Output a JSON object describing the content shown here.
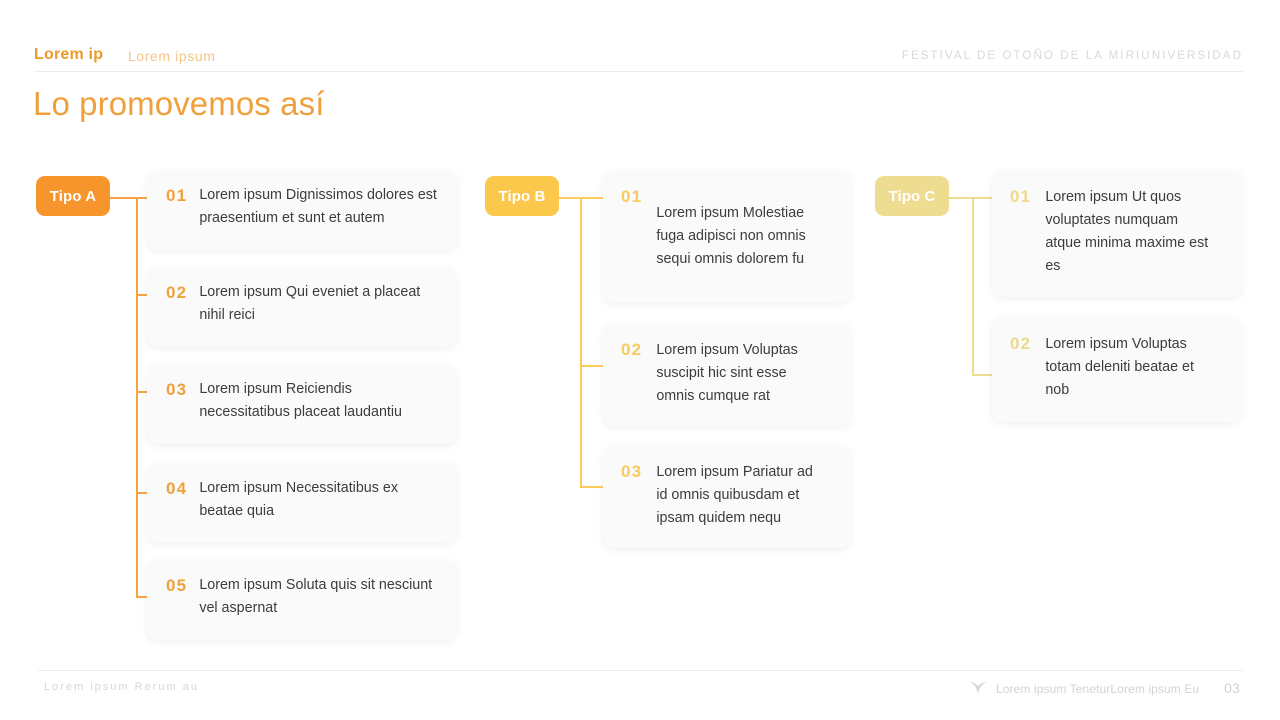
{
  "header": {
    "brand_bold": "Lorem ip",
    "brand_light": "Lorem ipsum",
    "event_name": "FESTIVAL DE OTOÑO DE LA MIRIUNIVERSIDAD"
  },
  "title": "Lo promovemos así",
  "colors": {
    "title": "#F0A03A",
    "badge_a": "#F5952C",
    "badge_b": "#FBC84C",
    "badge_c": "#EEDC90",
    "card_bg": "#FAFAFA",
    "body_text": "#3C3C3C",
    "muted": "#D2D3D8"
  },
  "columns": [
    {
      "badge": "Tipo A",
      "items": [
        {
          "num": "01",
          "text": "Lorem ipsum Dignissimos dolores est praesentium et sunt et autem"
        },
        {
          "num": "02",
          "text": "Lorem ipsum Qui eveniet a placeat nihil reici"
        },
        {
          "num": "03",
          "text": "Lorem ipsum Reiciendis necessitatibus placeat laudantiu"
        },
        {
          "num": "04",
          "text": "Lorem ipsum Necessitatibus ex beatae quia"
        },
        {
          "num": "05",
          "text": "Lorem ipsum Soluta quis sit nesciunt vel aspernat"
        }
      ]
    },
    {
      "badge": "Tipo B",
      "items": [
        {
          "num": "01",
          "text": "Lorem ipsum Molestiae fuga adipisci non omnis sequi omnis dolorem fu"
        },
        {
          "num": "02",
          "text": "Lorem ipsum Voluptas suscipit hic sint esse omnis cumque rat"
        },
        {
          "num": "03",
          "text": "Lorem ipsum Pariatur ad id omnis quibusdam et ipsam quidem nequ"
        }
      ]
    },
    {
      "badge": "Tipo C",
      "items": [
        {
          "num": "01",
          "text": "Lorem ipsum Ut quos voluptates numquam atque minima maxime est es"
        },
        {
          "num": "02",
          "text": "Lorem ipsum Voluptas totam deleniti beatae et nob"
        }
      ]
    }
  ],
  "footer": {
    "left": "Lorem ipsum Rerum au",
    "logo_icon": "bird-mark-icon",
    "right": "Lorem ipsum TeneturLorem ipsum Eu",
    "page": "03"
  }
}
